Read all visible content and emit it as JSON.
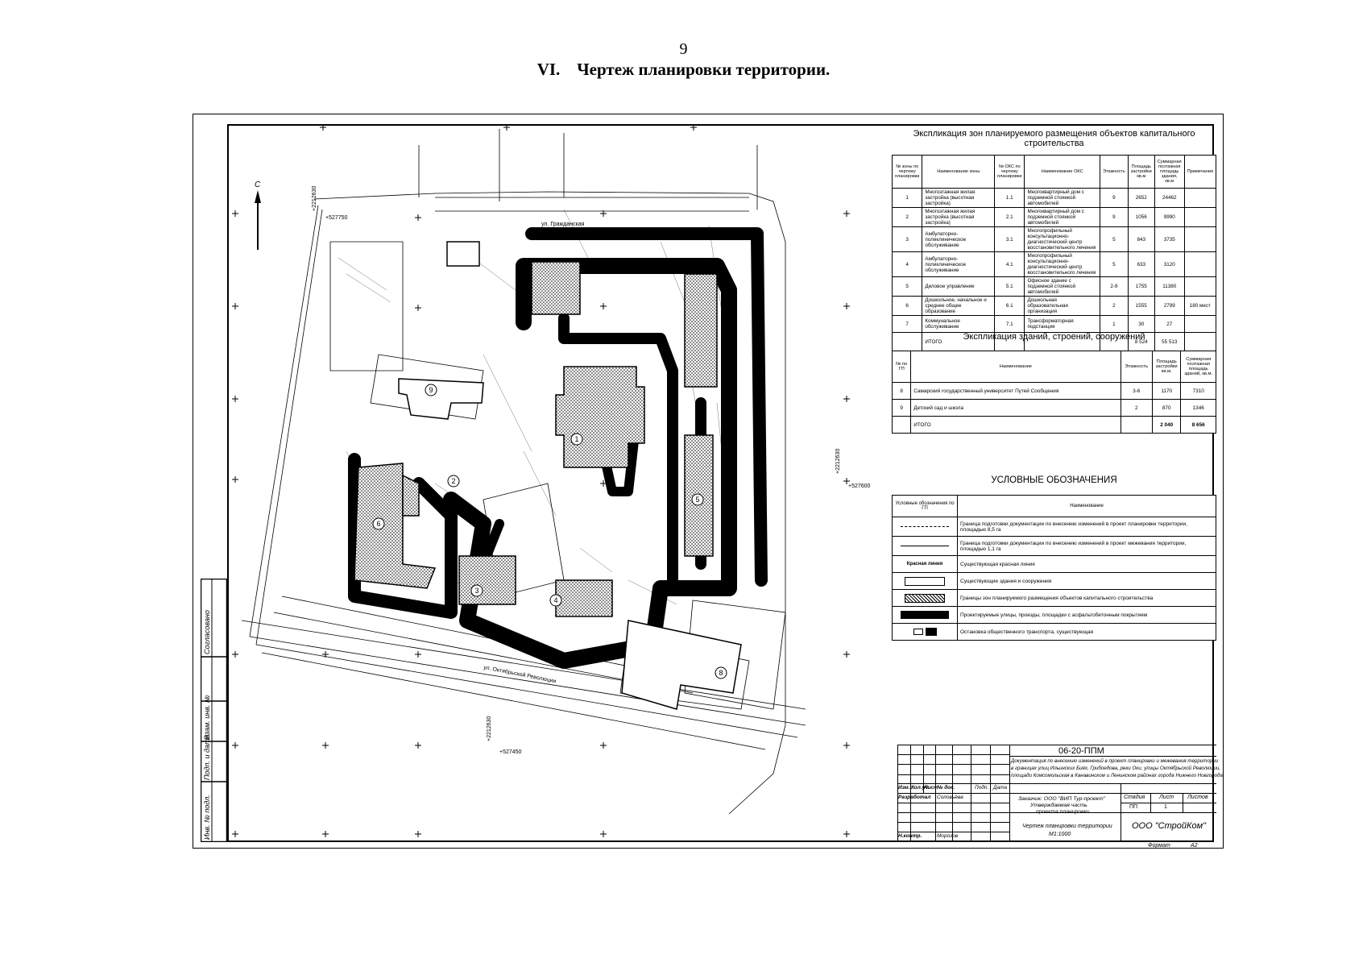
{
  "page": {
    "number": "9",
    "title": "VI. Чертеж планировки территории."
  },
  "north_label": "С",
  "map": {
    "street_top": "ул. Гражданская",
    "red_line": "Красная линия",
    "street_bottom": "ул. Октябрьской Революции",
    "coord_labels": [
      "+2212630",
      "+527750",
      "+2212630",
      "+527600",
      "+2212630",
      "+527450"
    ],
    "building_markers": [
      "9",
      "8",
      "1",
      "2",
      "3",
      "4",
      "5",
      "6"
    ]
  },
  "table_zones": {
    "caption": "Экспликация зон планируемого размещения объектов капитального строительства",
    "headers": [
      "№ зоны по чертежу планировки",
      "Наименование зоны",
      "№ ОКС по чертежу планировки",
      "Наименование ОКС",
      "Этажность",
      "Площадь застройки кв.м",
      "Суммарная поэтажная площадь здания, кв.м",
      "Примечания"
    ],
    "rows": [
      [
        "1",
        "Многоэтажная жилая застройка (высотная застройка)",
        "1.1",
        "Многоквартирный дом с подземной стоянкой автомобилей",
        "9",
        "2652",
        "24462",
        ""
      ],
      [
        "2",
        "Многоэтажная жилая застройка (высотная застройка)",
        "2.1",
        "Многоквартирный дом с подземной стоянкой автомобилей",
        "9",
        "1056",
        "9990",
        ""
      ],
      [
        "3",
        "Амбулаторно-поликлиническое обслуживание",
        "3.1",
        "Многопрофильный консультационно-диагностический центр восстановительного лечения",
        "5",
        "843",
        "3735",
        ""
      ],
      [
        "4",
        "Амбулаторно-поликлиническое обслуживание",
        "4.1",
        "Многопрофильный консультационно-диагностический центр восстановительного лечения",
        "5",
        "633",
        "3120",
        ""
      ],
      [
        "5",
        "Деловое управление",
        "5.1",
        "Офисное здание с подземной стоянкой автомобилей",
        "2-9",
        "1755",
        "11380",
        ""
      ],
      [
        "6",
        "Дошкольное, начальное и среднее общее образование",
        "6.1",
        "Дошкольная образовательная организация",
        "2",
        "1555",
        "2799",
        "180 мест"
      ],
      [
        "7",
        "Коммунальное обслуживание",
        "7.1",
        "Трансформаторная подстанция",
        "1",
        "30",
        "27",
        ""
      ]
    ],
    "total_label": "ИТОГО",
    "total_area": "8 524",
    "total_floor": "55 513"
  },
  "table_buildings": {
    "caption": "Экспликация зданий, строений, сооружений",
    "headers": [
      "№ по ГП",
      "Наименование",
      "Этажность",
      "Площадь застройки кв.м.",
      "Суммарная поэтажная площадь зданий, кв.м."
    ],
    "rows": [
      [
        "8",
        "Самарский государственный университет Путей Сообщения",
        "3-6",
        "1170",
        "7310"
      ],
      [
        "9",
        "Детский сад и школа",
        "2",
        "870",
        "1346"
      ]
    ],
    "total_label": "ИТОГО",
    "total_area": "2 040",
    "total_floor": "8 656"
  },
  "legend": {
    "caption": "УСЛОВНЫЕ ОБОЗНАЧЕНИЯ",
    "headers": [
      "Условные обозначения по ГП",
      "Наименование"
    ],
    "red_line_symbol": "Красная линия",
    "items": [
      "Граница подготовки документации по внесению изменений в проект планировки территории, площадью 8,5 га",
      "Граница подготовки документации по внесению изменений в проект межевания территории, площадью 1,1 га",
      "Существующая красная линия",
      "Существующие здания и сооружения",
      "Границы зон планируемого размещения объектов капитального строительства",
      "Проектируемые улицы, проезды, площадки с асфальтобетонным покрытием",
      "Остановка общественного транспорта, существующая"
    ]
  },
  "left_stamp": [
    "Инв. № подл.",
    "Подп. и дата",
    "Взам. инв. №",
    "Согласовано"
  ],
  "stamp": {
    "code": "06-20-ППМ",
    "description_1": "Документация по внесению изменений в проект планировки и межевания территории",
    "description_2": "в границах улиц Ильинских Биях, Грибоедова, реки Оки, улицы Октябрьской Революции,",
    "description_3": "площади Комсомольская в Канавинском и Ленинском районах города Нижнего Новгорода",
    "col_izm": "Изм.",
    "col_kol": "Кол.уч.",
    "col_list": "Лист",
    "col_doc": "№ док.",
    "col_podp": "Подп.",
    "col_data": "Дата",
    "developer_role": "Разработал",
    "developer": "Соловьёва",
    "customer": "Заказчик: ООО \"ВИП Тур-проект\"",
    "part_1": "Утверждаемая часть",
    "part_2": "проекта планировки",
    "stage_label": "Стадия",
    "sheet_label": "Лист",
    "sheets_label": "Листов",
    "stage": "ПП",
    "sheet": "1",
    "drawing_title": "Чертеж планировки территории",
    "scale": "М1:1000",
    "norm_role": "Н.контр.",
    "norm_name": "Морозов",
    "company": "ООО \"СтройКом\"",
    "format_label": "Формат",
    "format": "А2"
  }
}
